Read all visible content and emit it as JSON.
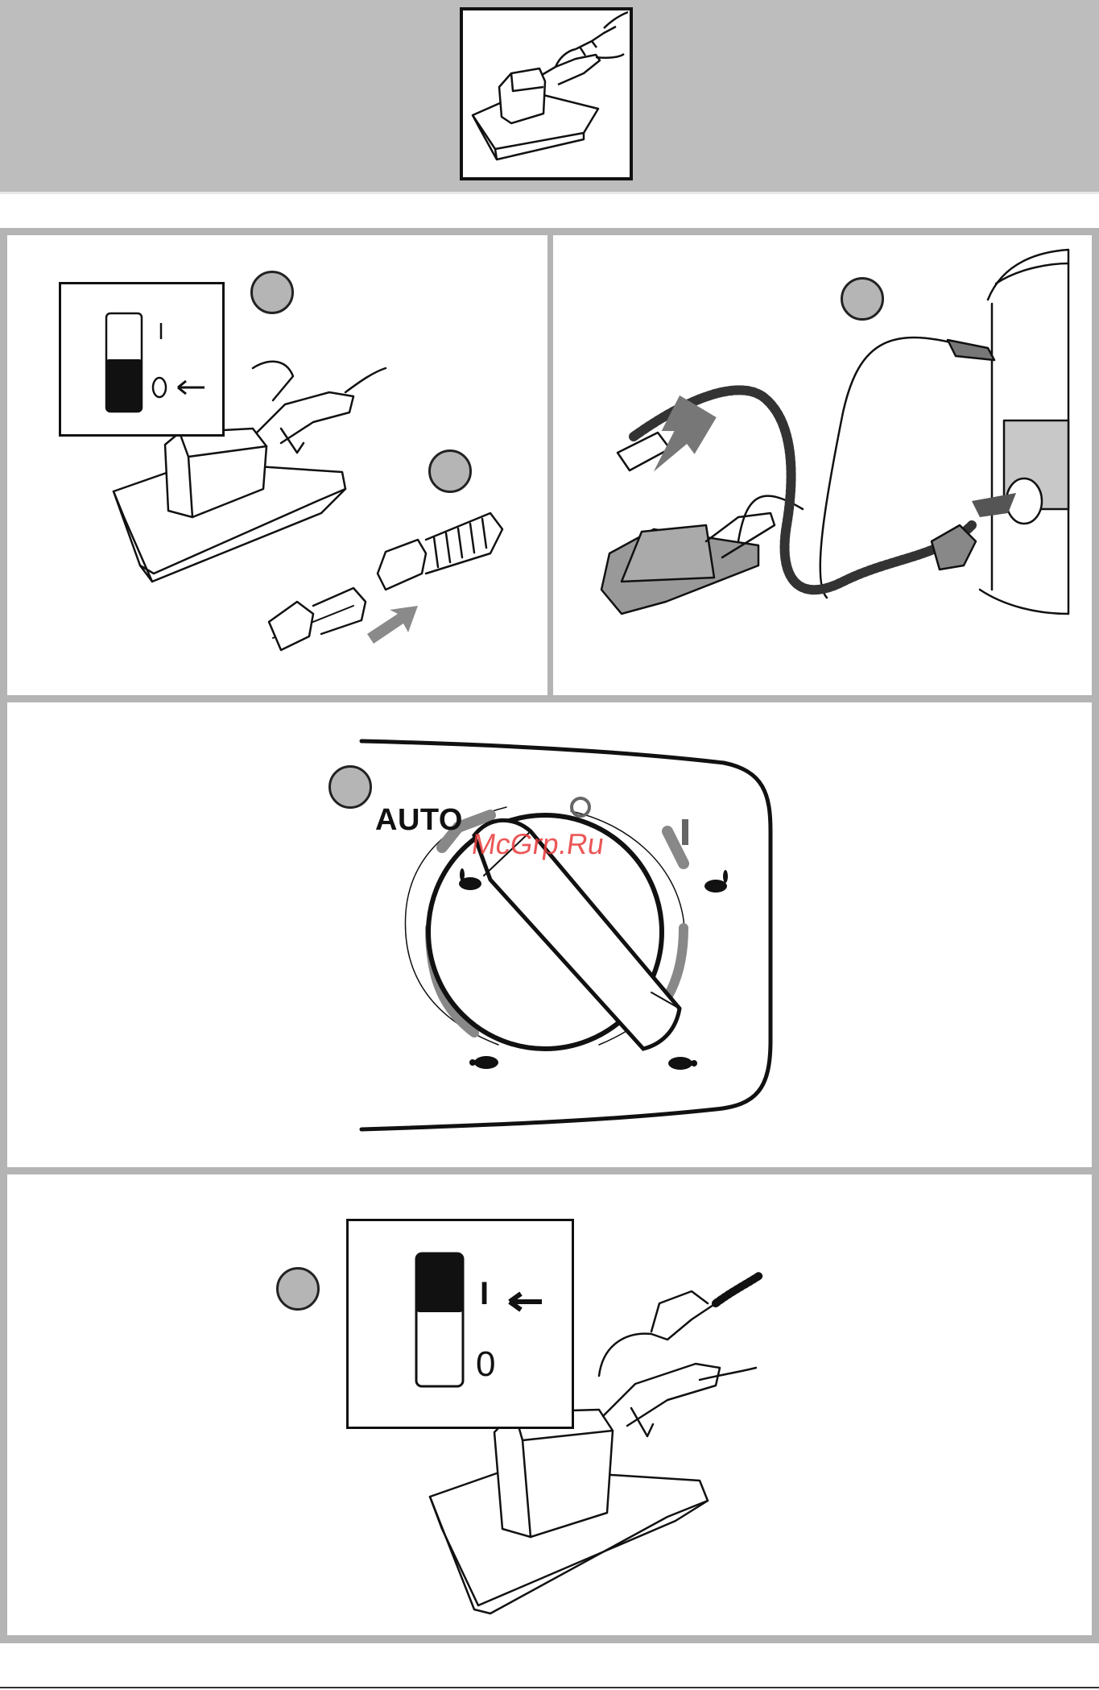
{
  "header": {
    "thumbnail_icon": "steam-iron-icon"
  },
  "panels": [
    {
      "id": "top-left",
      "inset_icon": "switch-off-icon",
      "step_markers": 2
    },
    {
      "id": "top-right",
      "step_markers": 1
    },
    {
      "id": "middle",
      "dial_label": "AUTO",
      "dial_marks": [
        "O",
        "I"
      ],
      "icons": [
        "rabbit-icon",
        "turtle-icon"
      ]
    },
    {
      "id": "bottom",
      "inset_icon": "switch-on-icon",
      "switch_marks": [
        "I",
        "0"
      ]
    }
  ],
  "dial": {
    "auto_label": "AUTO",
    "off_mark": "O",
    "on_mark": "I"
  },
  "switch_off": {
    "on_mark": "I"
  },
  "switch_on": {
    "on_mark": "I",
    "off_mark": "0"
  },
  "watermark": "McGrp.Ru",
  "colors": {
    "header_bg": "#bdbdbd",
    "frame": "#b4b4b4",
    "step_marker": "#b5b5b5",
    "watermark": "#e83a3a"
  }
}
